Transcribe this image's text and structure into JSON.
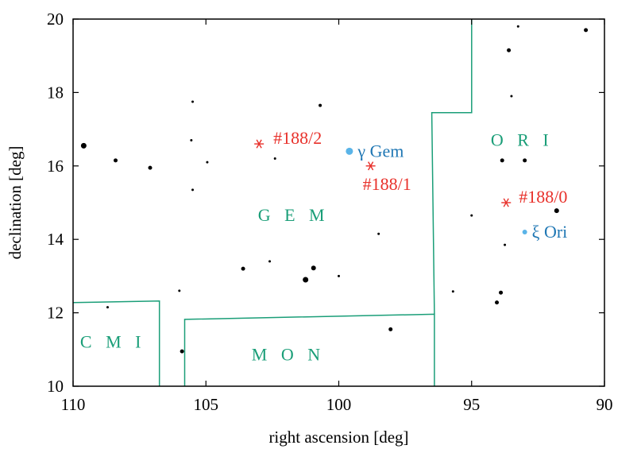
{
  "chart_data": {
    "type": "scatter",
    "xlabel": "right ascension [deg]",
    "ylabel": "declination [deg]",
    "xlim": [
      110,
      90
    ],
    "ylim": [
      10,
      20
    ],
    "x_reversed": true,
    "grid": false,
    "xticks": [
      "110",
      "105",
      "100",
      "95",
      "90"
    ],
    "yticks": [
      "10",
      "12",
      "14",
      "16",
      "18",
      "20"
    ],
    "colors": {
      "stars": "#000000",
      "boundaries": "#1a9e78",
      "candidates": "#e8302a",
      "named": "#5ab4e8",
      "named_text": "#1f77b4"
    },
    "stars": [
      {
        "ra": 109.6,
        "dec": 16.55,
        "r": 3.5
      },
      {
        "ra": 108.4,
        "dec": 16.15,
        "r": 2.5
      },
      {
        "ra": 107.1,
        "dec": 15.95,
        "r": 2.5
      },
      {
        "ra": 105.5,
        "dec": 17.75,
        "r": 1.5
      },
      {
        "ra": 105.55,
        "dec": 16.7,
        "r": 1.5
      },
      {
        "ra": 104.95,
        "dec": 16.1,
        "r": 1.5
      },
      {
        "ra": 105.5,
        "dec": 15.35,
        "r": 1.5
      },
      {
        "ra": 102.4,
        "dec": 16.2,
        "r": 1.5
      },
      {
        "ra": 100.7,
        "dec": 17.65,
        "r": 2
      },
      {
        "ra": 103.6,
        "dec": 13.2,
        "r": 2.5
      },
      {
        "ra": 102.6,
        "dec": 13.4,
        "r": 1.5
      },
      {
        "ra": 101.25,
        "dec": 12.9,
        "r": 3.5
      },
      {
        "ra": 100.95,
        "dec": 13.22,
        "r": 3
      },
      {
        "ra": 100.0,
        "dec": 13.0,
        "r": 1.5
      },
      {
        "ra": 98.5,
        "dec": 14.15,
        "r": 1.5
      },
      {
        "ra": 98.05,
        "dec": 11.55,
        "r": 2.5
      },
      {
        "ra": 106.0,
        "dec": 12.6,
        "r": 1.5
      },
      {
        "ra": 108.7,
        "dec": 12.15,
        "r": 1.5
      },
      {
        "ra": 105.9,
        "dec": 10.95,
        "r": 2.5
      },
      {
        "ra": 93.25,
        "dec": 19.8,
        "r": 1.5
      },
      {
        "ra": 90.7,
        "dec": 19.7,
        "r": 2.5
      },
      {
        "ra": 93.6,
        "dec": 19.15,
        "r": 2.5
      },
      {
        "ra": 93.5,
        "dec": 17.9,
        "r": 1.5
      },
      {
        "ra": 93.85,
        "dec": 16.15,
        "r": 2.5
      },
      {
        "ra": 93.0,
        "dec": 16.15,
        "r": 2.5
      },
      {
        "ra": 95.0,
        "dec": 14.65,
        "r": 1.5
      },
      {
        "ra": 91.8,
        "dec": 14.78,
        "r": 3
      },
      {
        "ra": 93.75,
        "dec": 13.85,
        "r": 1.5
      },
      {
        "ra": 95.7,
        "dec": 12.58,
        "r": 1.5
      },
      {
        "ra": 93.9,
        "dec": 12.55,
        "r": 2.5
      },
      {
        "ra": 94.05,
        "dec": 12.28,
        "r": 2.5
      }
    ],
    "named_stars": [
      {
        "ra": 99.6,
        "dec": 16.4,
        "r": 4.5,
        "label": "γ Gem"
      },
      {
        "ra": 93.0,
        "dec": 14.2,
        "r": 3,
        "label": "ξ Ori"
      }
    ],
    "candidates": [
      {
        "ra": 103.0,
        "dec": 16.6,
        "label": "#188/2"
      },
      {
        "ra": 98.8,
        "dec": 16.0,
        "label": "#188/1"
      },
      {
        "ra": 93.7,
        "dec": 15.0,
        "label": "#188/0"
      }
    ],
    "constellations": [
      {
        "label": "G E M",
        "ra": 101.7,
        "dec": 14.5
      },
      {
        "label": "O R I",
        "ra": 93.1,
        "dec": 16.55
      },
      {
        "label": "C M I",
        "ra": 108.5,
        "dec": 11.05
      },
      {
        "label": "M O N",
        "ra": 101.9,
        "dec": 10.7
      }
    ],
    "boundaries": [
      [
        [
          110,
          12.28
        ],
        [
          106.75,
          12.32
        ],
        [
          106.75,
          10
        ]
      ],
      [
        [
          105.8,
          10
        ],
        [
          105.8,
          11.82
        ],
        [
          96.4,
          11.96
        ],
        [
          96.4,
          10
        ]
      ],
      [
        [
          96.4,
          11.96
        ],
        [
          96.5,
          17.45
        ],
        [
          95.0,
          17.45
        ],
        [
          95.0,
          20
        ]
      ]
    ]
  }
}
